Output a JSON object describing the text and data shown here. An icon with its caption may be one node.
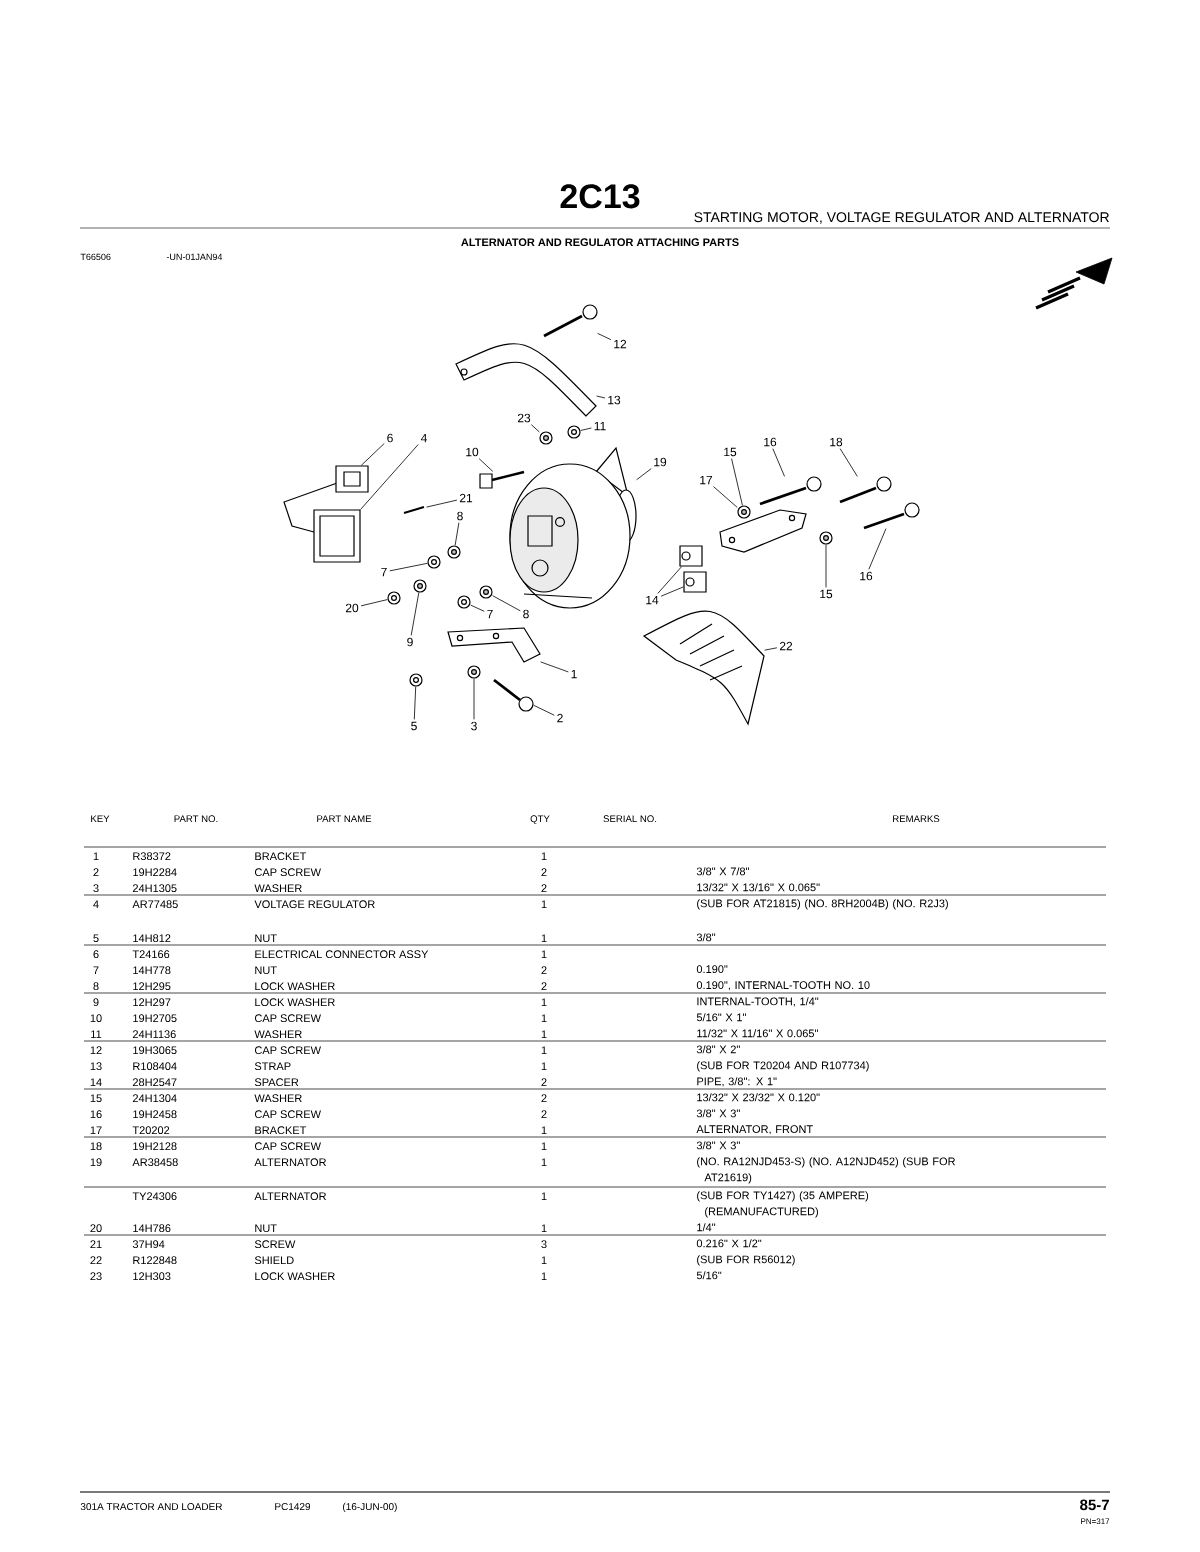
{
  "diagram": {
    "title": "2C13",
    "nodes": [
      {
        "text": [
          "12"
        ]
      },
      {
        "text": [
          "13"
        ]
      },
      {
        "text": [
          "11"
        ]
      },
      {
        "text": [
          "23"
        ]
      },
      {
        "text": [
          "10"
        ]
      },
      {
        "text": [
          "6"
        ]
      },
      {
        "text": [
          "4"
        ]
      },
      {
        "text": [
          "19"
        ]
      },
      {
        "text": [
          "16"
        ]
      },
      {
        "text": [
          "18"
        ]
      },
      {
        "text": [
          "15"
        ]
      },
      {
        "text": [
          "17"
        ]
      },
      {
        "text": [
          "21"
        ]
      },
      {
        "text": [
          "8"
        ]
      },
      {
        "text": [
          "7"
        ]
      },
      {
        "text": [
          "20"
        ]
      },
      {
        "text": [
          "9"
        ]
      },
      {
        "text": [
          "7"
        ]
      },
      {
        "text": [
          "8"
        ]
      },
      {
        "text": [
          "14"
        ]
      },
      {
        "text": [
          "15"
        ]
      },
      {
        "text": [
          "16"
        ]
      },
      {
        "text": [
          "1"
        ]
      },
      {
        "text": [
          "22"
        ]
      },
      {
        "text": [
          "5"
        ]
      },
      {
        "text": [
          "3"
        ]
      },
      {
        "text": [
          "2"
        ]
      },
      {
        "text": [],
        "shape": "picture"
      },
      {
        "text": [],
        "shape": "picture"
      },
      {
        "text": [],
        "shape": "picture"
      },
      {
        "text": [],
        "shape": "picture"
      },
      {
        "text": [],
        "shape": "picture"
      },
      {
        "text": [],
        "shape": "picture"
      },
      {
        "text": [],
        "shape": "picture"
      },
      {
        "text": [],
        "shape": "picture"
      },
      {
        "text": [],
        "shape": "picture"
      },
      {
        "text": [],
        "shape": "picture"
      },
      {
        "text": [],
        "shape": "picture"
      },
      {
        "text": [],
        "shape": "picture"
      },
      {
        "text": [],
        "shape": "picture"
      },
      {
        "text": [],
        "shape": "picture"
      },
      {
        "text": [],
        "shape": "picture"
      },
      {
        "text": [],
        "shape": "picture"
      },
      {
        "text": [],
        "shape": "picture"
      },
      {
        "text": [],
        "shape": "picture"
      },
      {
        "text": [],
        "shape": "picture"
      },
      {
        "text": [],
        "shape": "picture"
      },
      {
        "text": [],
        "shape": "picture"
      },
      {
        "text": [],
        "shape": "picture"
      },
      {
        "text": [],
        "shape": "picture"
      },
      {
        "text": [],
        "shape": "picture"
      },
      {
        "text": [],
        "shape": "picture"
      },
      {
        "text": [],
        "shape": "picture"
      },
      {
        "text": [],
        "shape": "picture"
      },
      {
        "text": [],
        "shape": "picture"
      }
    ],
    "edges": [
      {
        "from": 0,
        "to": 27,
        "arrow": "none"
      },
      {
        "from": 1,
        "to": 28,
        "arrow": "none"
      },
      {
        "from": 2,
        "to": 29,
        "arrow": "none"
      },
      {
        "from": 3,
        "to": 30,
        "arrow": "none"
      },
      {
        "from": 4,
        "to": 31,
        "arrow": "none"
      },
      {
        "from": 5,
        "to": 32,
        "arrow": "none"
      },
      {
        "from": 6,
        "to": 33,
        "arrow": "none"
      },
      {
        "from": 7,
        "to": 34,
        "arrow": "none"
      },
      {
        "from": 8,
        "to": 35,
        "arrow": "none"
      },
      {
        "from": 9,
        "to": 36,
        "arrow": "none"
      },
      {
        "from": 10,
        "to": 37,
        "arrow": "none"
      },
      {
        "from": 11,
        "to": 38,
        "arrow": "none"
      },
      {
        "from": 12,
        "to": 39,
        "arrow": "none"
      },
      {
        "from": 13,
        "to": 40,
        "arrow": "none"
      },
      {
        "from": 14,
        "to": 41,
        "arrow": "none"
      },
      {
        "from": 15,
        "to": 42,
        "arrow": "none"
      },
      {
        "from": 16,
        "to": 43,
        "arrow": "none"
      },
      {
        "from": 17,
        "to": 44,
        "arrow": "none"
      },
      {
        "from": 18,
        "to": 45,
        "arrow": "none"
      },
      {
        "from": 19,
        "to": 46,
        "arrow": "none"
      },
      {
        "from": 19,
        "to": 47,
        "arrow": "none"
      },
      {
        "from": 20,
        "to": 48,
        "arrow": "none"
      },
      {
        "from": 21,
        "to": 49,
        "arrow": "none"
      },
      {
        "from": 22,
        "to": 50,
        "arrow": "none"
      },
      {
        "from": 23,
        "to": 51,
        "arrow": "none"
      },
      {
        "from": 24,
        "to": 52,
        "arrow": "none"
      },
      {
        "from": 25,
        "to": 53,
        "arrow": "none"
      },
      {
        "from": 26,
        "to": 54,
        "arrow": "none"
      }
    ],
    "labels": [
      "STARTING MOTOR, VOLTAGE REGULATOR AND ALTERNATOR",
      "ALTERNATOR AND REGULATOR ATTACHING PARTS",
      "T66506",
      "-UN-01JAN94",
      "KEY",
      "PART NO.",
      "PART NAME",
      "QTY",
      "SERIAL NO.",
      "REMARKS",
      "1",
      "R38372",
      "BRACKET",
      "1",
      "2",
      "19H2284",
      "CAP SCREW",
      "2",
      "3/8\" X 7/8\"",
      "3",
      "24H1305",
      "WASHER",
      "2",
      "13/32\" X 13/16\" X 0.065\"",
      "4",
      "AR77485",
      "VOLTAGE REGULATOR",
      "1",
      "(SUB FOR AT21815) (NO. 8RH2004B) (NO. R2J3)",
      "5",
      "14H812",
      "NUT",
      "1",
      "3/8\"",
      "6",
      "T24166",
      "ELECTRICAL CONNECTOR ASSY",
      "1",
      "7",
      "14H778",
      "NUT",
      "2",
      "0.190\"",
      "8",
      "12H295",
      "LOCK WASHER",
      "2",
      "0.190\", INTERNAL-TOOTH NO. 10",
      "9",
      "12H297",
      "LOCK WASHER",
      "1",
      "INTERNAL-TOOTH, 1/4\"",
      "10",
      "19H2705",
      "CAP SCREW",
      "1",
      "5/16\" X 1\"",
      "11",
      "24H1136",
      "WASHER",
      "1",
      "11/32\" X 11/16\" X 0.065\"",
      "12",
      "19H3065",
      "CAP SCREW",
      "1",
      "3/8\" X 2\"",
      "13",
      "R108404",
      "STRAP",
      "1",
      "(SUB FOR T20204 AND R107734)",
      "14",
      "28H2547",
      "SPACER",
      "2",
      "PIPE, 3/8\": X 1\"",
      "15",
      "24H1304",
      "WASHER",
      "2",
      "13/32\" X 23/32\" X 0.120\"",
      "16",
      "19H2458",
      "CAP SCREW",
      "2",
      "3/8\" X 3\"",
      "17",
      "T20202",
      "BRACKET",
      "1",
      "ALTERNATOR, FRONT",
      "18",
      "19H2128",
      "CAP SCREW",
      "1",
      "3/8\" X 3\"",
      "19",
      "AR38458",
      "ALTERNATOR",
      "1",
      "(NO. RA12NJD453-S) (NO. A12NJD452) (SUB FOR AT21619)",
      "TY24306",
      "ALTERNATOR",
      "1",
      "(SUB FOR TY1427) (35 AMPERE) (REMANUFACTURED)",
      "20",
      "14H786",
      "NUT",
      "1",
      "1/4\"",
      "21",
      "37H94",
      "SCREW",
      "3",
      "0.216\" X 1/2\"",
      "22",
      "R122848",
      "SHIELD",
      "1",
      "(SUB FOR R56012)",
      "23",
      "12H303",
      "LOCK WASHER",
      "1",
      "5/16\"",
      "301A TRACTOR AND LOADER",
      "PC1429",
      "(16-JUN-00)",
      "85-7",
      "PN=317"
    ]
  }
}
